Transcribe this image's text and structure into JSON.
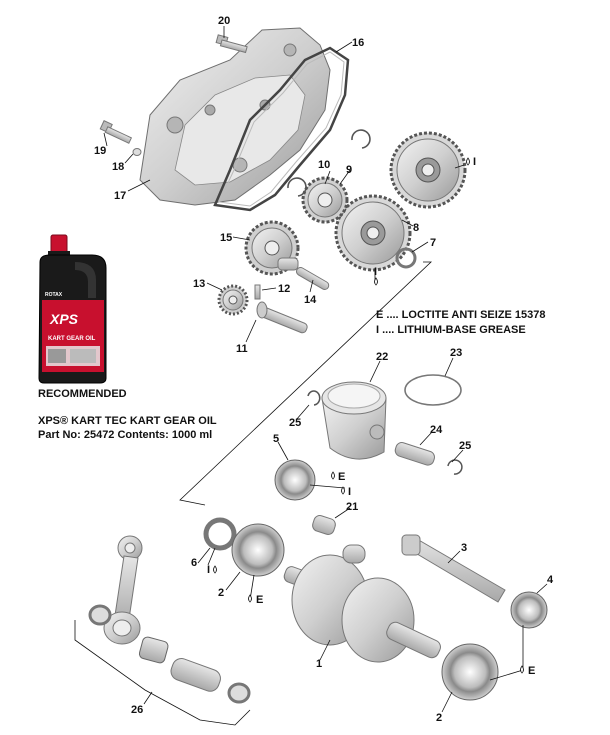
{
  "callouts": {
    "n1": "1",
    "n2a": "2",
    "n2b": "2",
    "n3": "3",
    "n4": "4",
    "n5": "5",
    "n6": "6",
    "n7": "7",
    "n8": "8",
    "n9": "9",
    "n10": "10",
    "n11": "11",
    "n12": "12",
    "n13": "13",
    "n14": "14",
    "n15": "15",
    "n16": "16",
    "n17": "17",
    "n18": "18",
    "n19": "19",
    "n20": "20",
    "n21": "21",
    "n22": "22",
    "n23": "23",
    "n24": "24",
    "n25a": "25",
    "n25b": "25",
    "n26": "26"
  },
  "markers": {
    "grease": "I",
    "anti_seize": "E"
  },
  "legend": {
    "line_e": "E .... LOCTITE ANTI SEIZE 15378",
    "line_i": "I  .... LITHIUM-BASE GREASE"
  },
  "oil": {
    "recommended": "RECOMMENDED",
    "product_name": "XPS® KART TEC KART GEAR OIL",
    "part_info": "Part No: 25472  Contents: 1000 ml",
    "bottle_brand": "ROTAX",
    "bottle_logo": "XPS",
    "bottle_label": "KART GEAR OIL"
  },
  "colors": {
    "bottle_red": "#c8102e",
    "bottle_black": "#1a1a1a",
    "part_gray": "#cfcfcf"
  }
}
